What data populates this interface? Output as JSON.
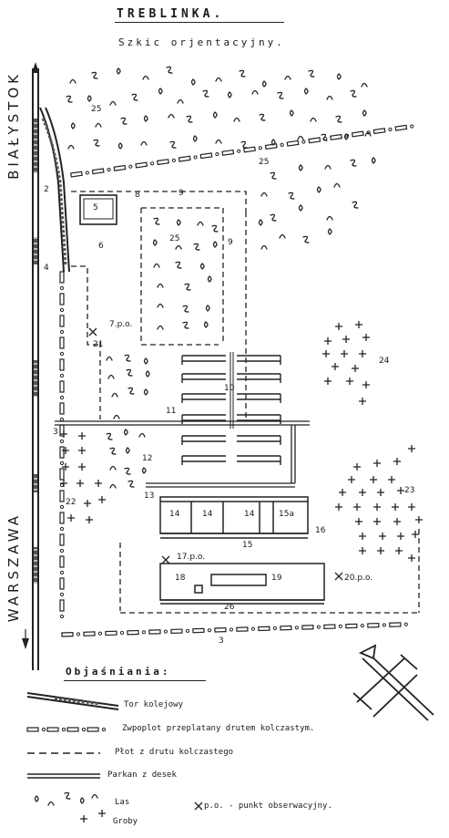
{
  "map": {
    "title": "TREBLINKA.",
    "subtitle": "Szkic orjentacyjny."
  },
  "direction_labels": {
    "north": "BIAŁYSTOK",
    "south": "WARSZAWA"
  },
  "numbers": {
    "n2": "2",
    "n3": "3",
    "n3b": "3",
    "n4": "4",
    "n5": "5",
    "n6": "6",
    "n7": "7.p.o.",
    "n8": "8",
    "n9": "9",
    "n9b": "9",
    "n10": "10",
    "n11": "11",
    "n12": "12",
    "n13": "13",
    "n14a": "14",
    "n14b": "14",
    "n14c": "14",
    "n15": "15",
    "n15a": "15a",
    "n16": "16",
    "n17": "17.p.o.",
    "n18": "18",
    "n19": "19",
    "n20": "20.p.o.",
    "n21": "21",
    "n22": "22",
    "n23": "23",
    "n24": "24",
    "n25a": "25",
    "n25b": "25",
    "n25c": "25",
    "n26": "26"
  },
  "legend": {
    "title": "Objaśniania:",
    "railway": "Tor kolejowy",
    "double_fence": "Zwpoplot przeplatany drutem kolczastym.",
    "wire_fence": "Płot z drutu kolczastego",
    "plank_fence": "Parkan z desek",
    "forest": "Las",
    "graves": "Groby",
    "observation": "p.o. - punkt obserwacyjny."
  }
}
